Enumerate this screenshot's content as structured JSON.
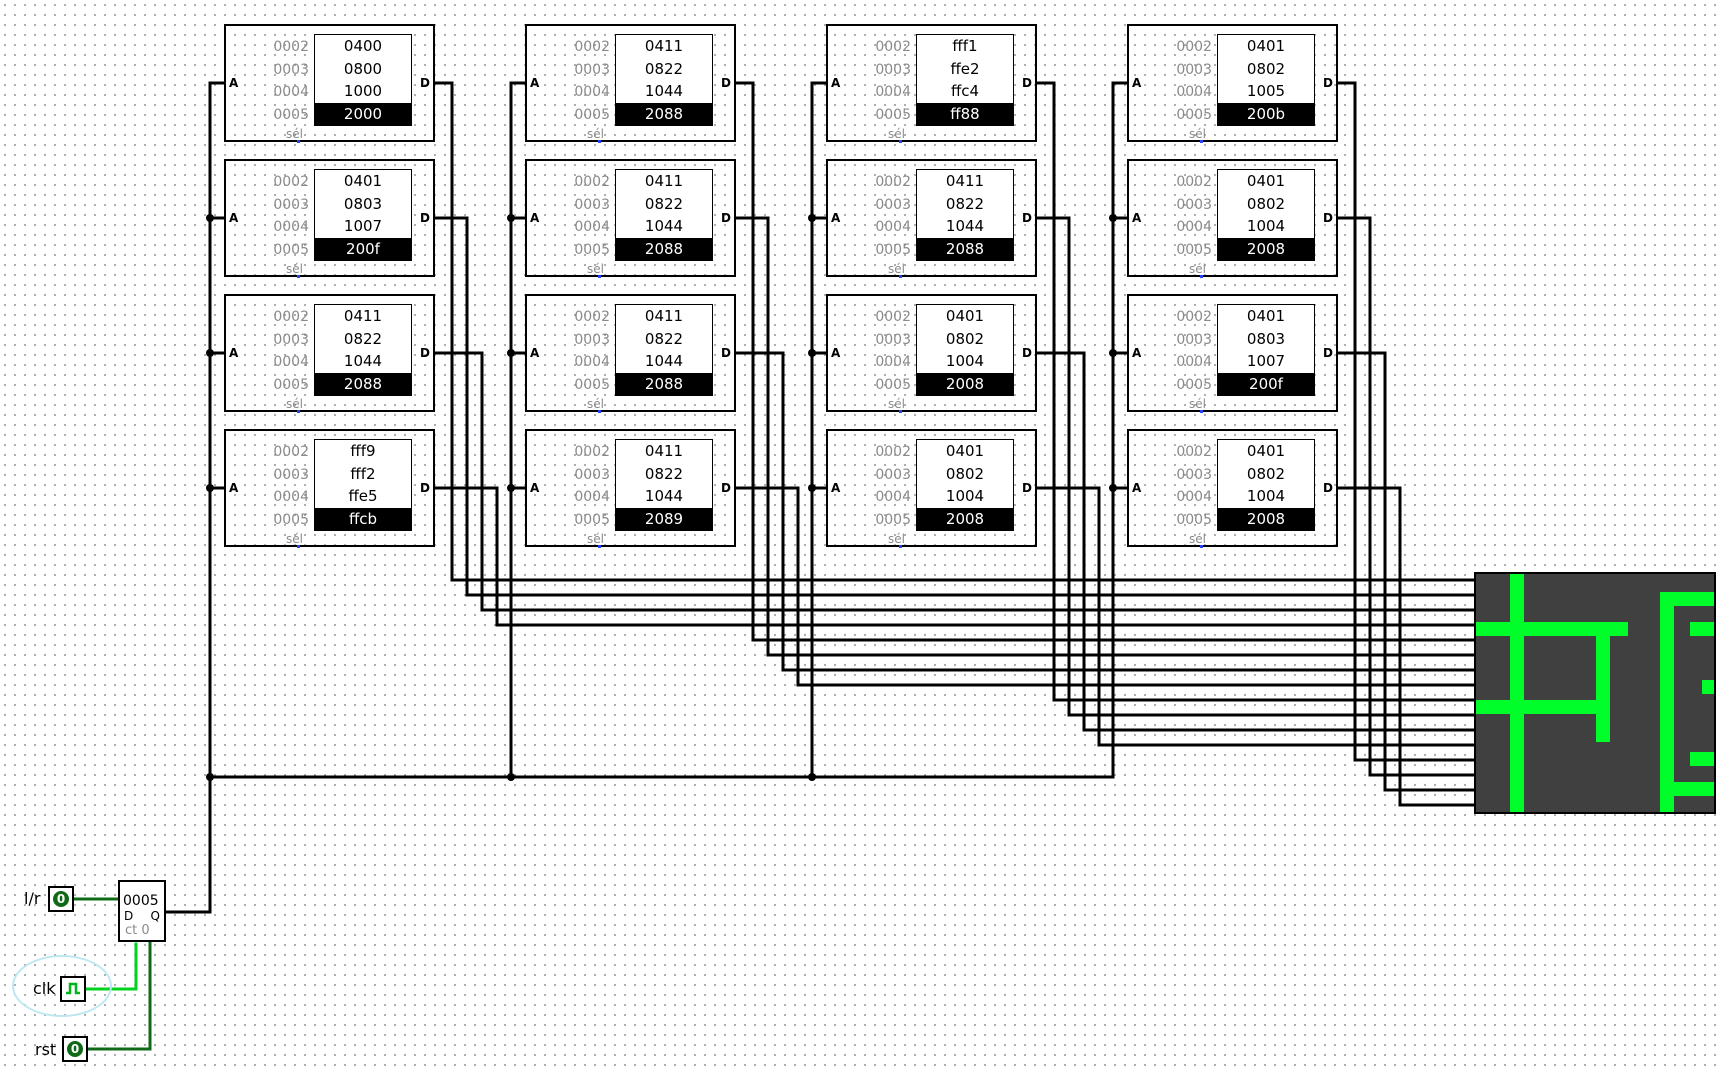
{
  "roms": [
    {
      "addresses": [
        "0002",
        "0003",
        "0004",
        "0005"
      ],
      "values": [
        "0400",
        "0800",
        "1000",
        "2000"
      ],
      "pin_a": "A",
      "pin_d": "D",
      "sel_label": "sél"
    },
    {
      "addresses": [
        "0002",
        "0003",
        "0004",
        "0005"
      ],
      "values": [
        "0401",
        "0803",
        "1007",
        "200f"
      ],
      "pin_a": "A",
      "pin_d": "D",
      "sel_label": "sél"
    },
    {
      "addresses": [
        "0002",
        "0003",
        "0004",
        "0005"
      ],
      "values": [
        "0411",
        "0822",
        "1044",
        "2088"
      ],
      "pin_a": "A",
      "pin_d": "D",
      "sel_label": "sél"
    },
    {
      "addresses": [
        "0002",
        "0003",
        "0004",
        "0005"
      ],
      "values": [
        "fff9",
        "fff2",
        "ffe5",
        "ffcb"
      ],
      "pin_a": "A",
      "pin_d": "D",
      "sel_label": "sél"
    },
    {
      "addresses": [
        "0002",
        "0003",
        "0004",
        "0005"
      ],
      "values": [
        "0411",
        "0822",
        "1044",
        "2088"
      ],
      "pin_a": "A",
      "pin_d": "D",
      "sel_label": "sél"
    },
    {
      "addresses": [
        "0002",
        "0003",
        "0004",
        "0005"
      ],
      "values": [
        "0411",
        "0822",
        "1044",
        "2088"
      ],
      "pin_a": "A",
      "pin_d": "D",
      "sel_label": "sél"
    },
    {
      "addresses": [
        "0002",
        "0003",
        "0004",
        "0005"
      ],
      "values": [
        "0411",
        "0822",
        "1044",
        "2088"
      ],
      "pin_a": "A",
      "pin_d": "D",
      "sel_label": "sél"
    },
    {
      "addresses": [
        "0002",
        "0003",
        "0004",
        "0005"
      ],
      "values": [
        "0411",
        "0822",
        "1044",
        "2089"
      ],
      "pin_a": "A",
      "pin_d": "D",
      "sel_label": "sél"
    },
    {
      "addresses": [
        "0002",
        "0003",
        "0004",
        "0005"
      ],
      "values": [
        "fff1",
        "ffe2",
        "ffc4",
        "ff88"
      ],
      "pin_a": "A",
      "pin_d": "D",
      "sel_label": "sél"
    },
    {
      "addresses": [
        "0002",
        "0003",
        "0004",
        "0005"
      ],
      "values": [
        "0411",
        "0822",
        "1044",
        "2088"
      ],
      "pin_a": "A",
      "pin_d": "D",
      "sel_label": "sél"
    },
    {
      "addresses": [
        "0002",
        "0003",
        "0004",
        "0005"
      ],
      "values": [
        "0401",
        "0802",
        "1004",
        "2008"
      ],
      "pin_a": "A",
      "pin_d": "D",
      "sel_label": "sél"
    },
    {
      "addresses": [
        "0002",
        "0003",
        "0004",
        "0005"
      ],
      "values": [
        "0401",
        "0802",
        "1004",
        "2008"
      ],
      "pin_a": "A",
      "pin_d": "D",
      "sel_label": "sél"
    },
    {
      "addresses": [
        "0002",
        "0003",
        "0004",
        "0005"
      ],
      "values": [
        "0401",
        "0802",
        "1005",
        "200b"
      ],
      "pin_a": "A",
      "pin_d": "D",
      "sel_label": "sél"
    },
    {
      "addresses": [
        "0002",
        "0003",
        "0004",
        "0005"
      ],
      "values": [
        "0401",
        "0802",
        "1004",
        "2008"
      ],
      "pin_a": "A",
      "pin_d": "D",
      "sel_label": "sél"
    },
    {
      "addresses": [
        "0002",
        "0003",
        "0004",
        "0005"
      ],
      "values": [
        "0401",
        "0803",
        "1007",
        "200f"
      ],
      "pin_a": "A",
      "pin_d": "D",
      "sel_label": "sél"
    },
    {
      "addresses": [
        "0002",
        "0003",
        "0004",
        "0005"
      ],
      "values": [
        "0401",
        "0802",
        "1004",
        "2008"
      ],
      "pin_a": "A",
      "pin_d": "D",
      "sel_label": "sél"
    }
  ],
  "selected_row": 3,
  "counter": {
    "value": "0005",
    "d_label": "D",
    "q_label": "Q",
    "ct_label": "ct 0"
  },
  "inputs": {
    "lr": {
      "label": "l/r",
      "value": "0"
    },
    "clk": {
      "label": "clk"
    },
    "rst": {
      "label": "rst",
      "value": "0"
    }
  },
  "colors": {
    "wire": "#000000",
    "active_wire": "#0f6a17",
    "clock_wire": "#00d21e",
    "display_bg": "#404040",
    "display_on": "#00ff2a",
    "selected_bg": "#000000",
    "select_highlight": "#bde8f2"
  }
}
